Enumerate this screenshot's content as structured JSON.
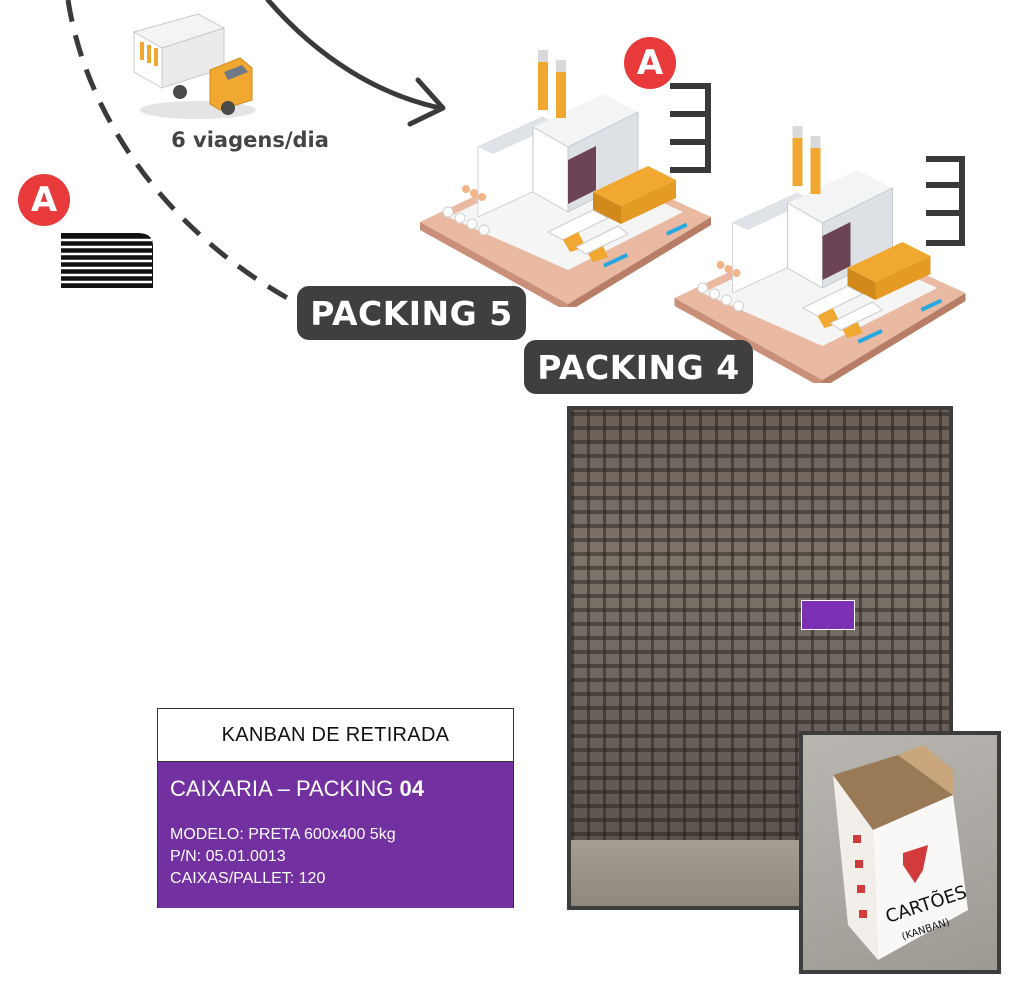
{
  "truck": {
    "trips_label": "6 viagens/dia"
  },
  "badges": {
    "top": "A",
    "left": "A"
  },
  "packing": {
    "label_5": "PACKING 5",
    "label_4": "PACKING 4"
  },
  "kanban": {
    "header": "KANBAN DE RETIRADA",
    "title_prefix": "CAIXARIA – PACKING ",
    "title_number": "04",
    "model": "MODELO: PRETA 600x400 5kg",
    "part_number": "P/N: 05.01.0013",
    "boxes_per_pallet": "CAIXAS/PALLET: 120"
  },
  "box_photo": {
    "handwritten_label": "CARTÕES",
    "handwritten_sub": "(KANBAN)"
  },
  "colors": {
    "badge": "#e8393b",
    "kanban_purple": "#7230a0",
    "label_dark": "#3f3f3f",
    "truck_orange": "#f0a830"
  }
}
